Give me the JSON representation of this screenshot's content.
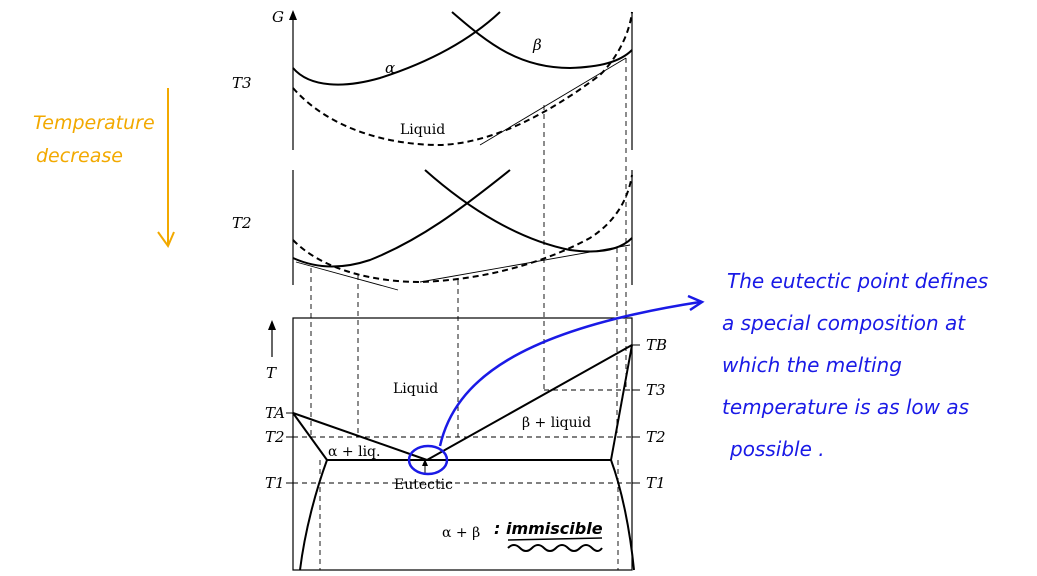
{
  "panel_top": {
    "axis_label": "G",
    "temp_label": "T3",
    "curve_alpha": "α",
    "curve_beta": "β",
    "curve_liquid": "Liquid"
  },
  "panel_middle": {
    "temp_label": "T2"
  },
  "phase_diagram": {
    "axis_label": "T",
    "left_labels": {
      "TA": "TA",
      "T2": "T2",
      "T1": "T1"
    },
    "right_labels": {
      "TB": "TB",
      "T3": "T3",
      "T2": "T2",
      "T1": "T1"
    },
    "regions": {
      "liquid": "Liquid",
      "beta_liquid": "β + liquid",
      "alpha_liq": "α + liq.",
      "eutectic": "Eutectic",
      "alpha_beta": "α + β"
    }
  },
  "annotations": {
    "temperature_note_line1": "Temperature",
    "temperature_note_line2": "decrease",
    "immiscible": ": immiscible",
    "eutectic_note_lines": [
      "The eutectic point defines",
      "a special composition at",
      "which the melting",
      "temperature is as low as",
      "possible ."
    ]
  },
  "colors": {
    "orange": "#f2a900",
    "blue": "#1a1ae6",
    "ink": "#000000"
  }
}
